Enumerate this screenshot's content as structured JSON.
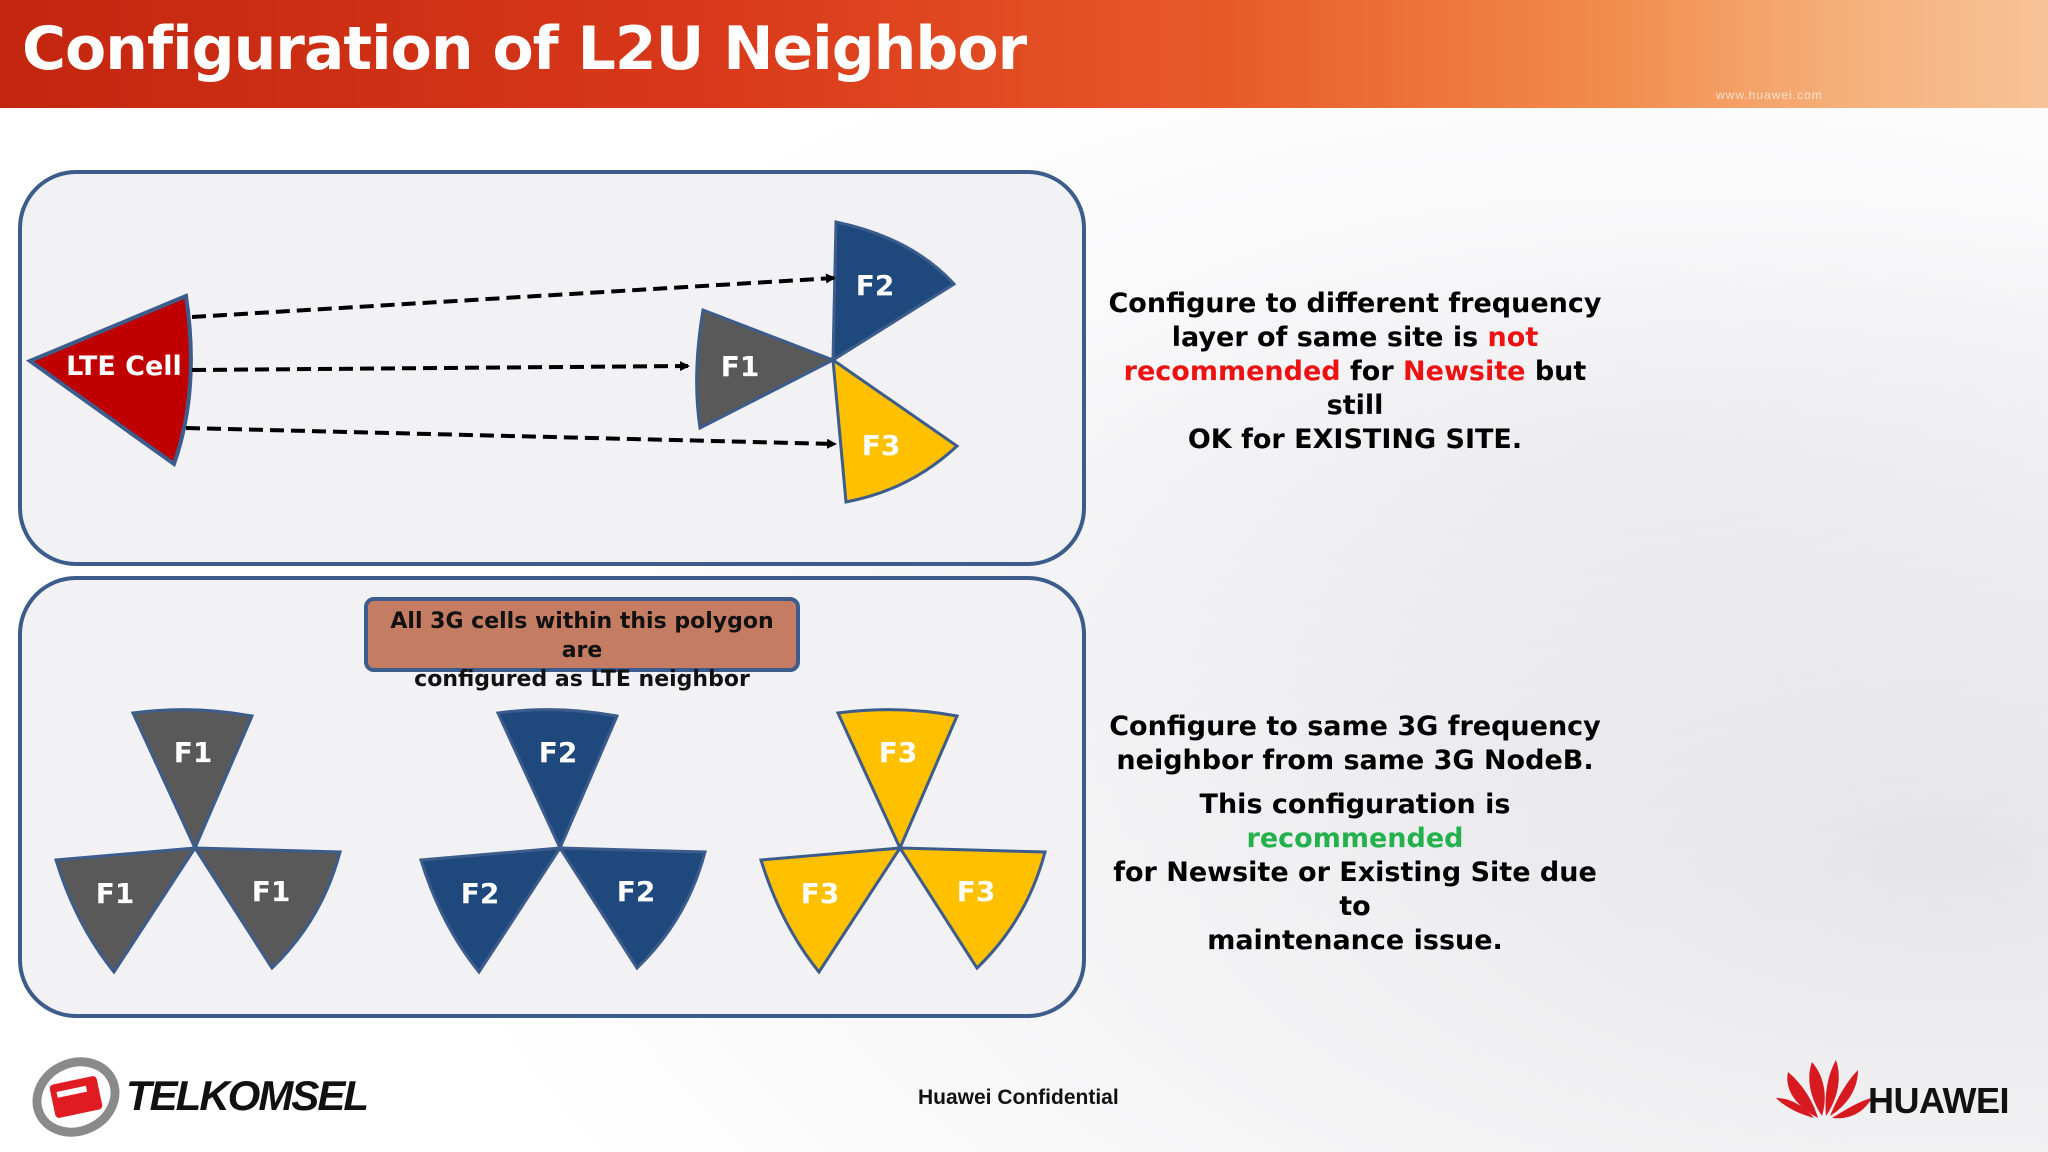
{
  "header": {
    "title": "Configuration of L2U Neighbor",
    "url": "www.huawei.com"
  },
  "top_panel": {
    "lte_label": "LTE Cell",
    "sector_labels": [
      "F2",
      "F1",
      "F3"
    ]
  },
  "bottom_panel": {
    "callout_line1": "All 3G cells within this polygon are",
    "callout_line2": "configured as LTE neighbor",
    "site1_labels": [
      "F1",
      "F1",
      "F1"
    ],
    "site2_labels": [
      "F2",
      "F2",
      "F2"
    ],
    "site3_labels": [
      "F3",
      "F3",
      "F3"
    ]
  },
  "text_top": {
    "line1": "Configure to different frequency",
    "line2_a": "layer of same site is ",
    "line2_b": "not",
    "line3_a": "recommended",
    "line3_b": " for ",
    "line3_c": "Newsite",
    "line3_d": " but still",
    "line4": "OK for EXISTING SITE."
  },
  "text_bottom": {
    "line1": "Configure to same 3G frequency",
    "line2": "neighbor from same 3G NodeB.",
    "line3_a": "This configuration is ",
    "line3_b": "recommended",
    "line4": "for Newsite or Existing Site due to",
    "line5": "maintenance issue."
  },
  "footer": {
    "confidential": "Huawei Confidential",
    "left_logo": "TELKOMSEL",
    "right_logo": "HUAWEI"
  },
  "colors": {
    "lte_red": "#c00000",
    "f1_gray": "#595959",
    "f2_blue": "#1f497d",
    "f3_yellow": "#ffc000",
    "panel_border": "#3c5c8c"
  }
}
